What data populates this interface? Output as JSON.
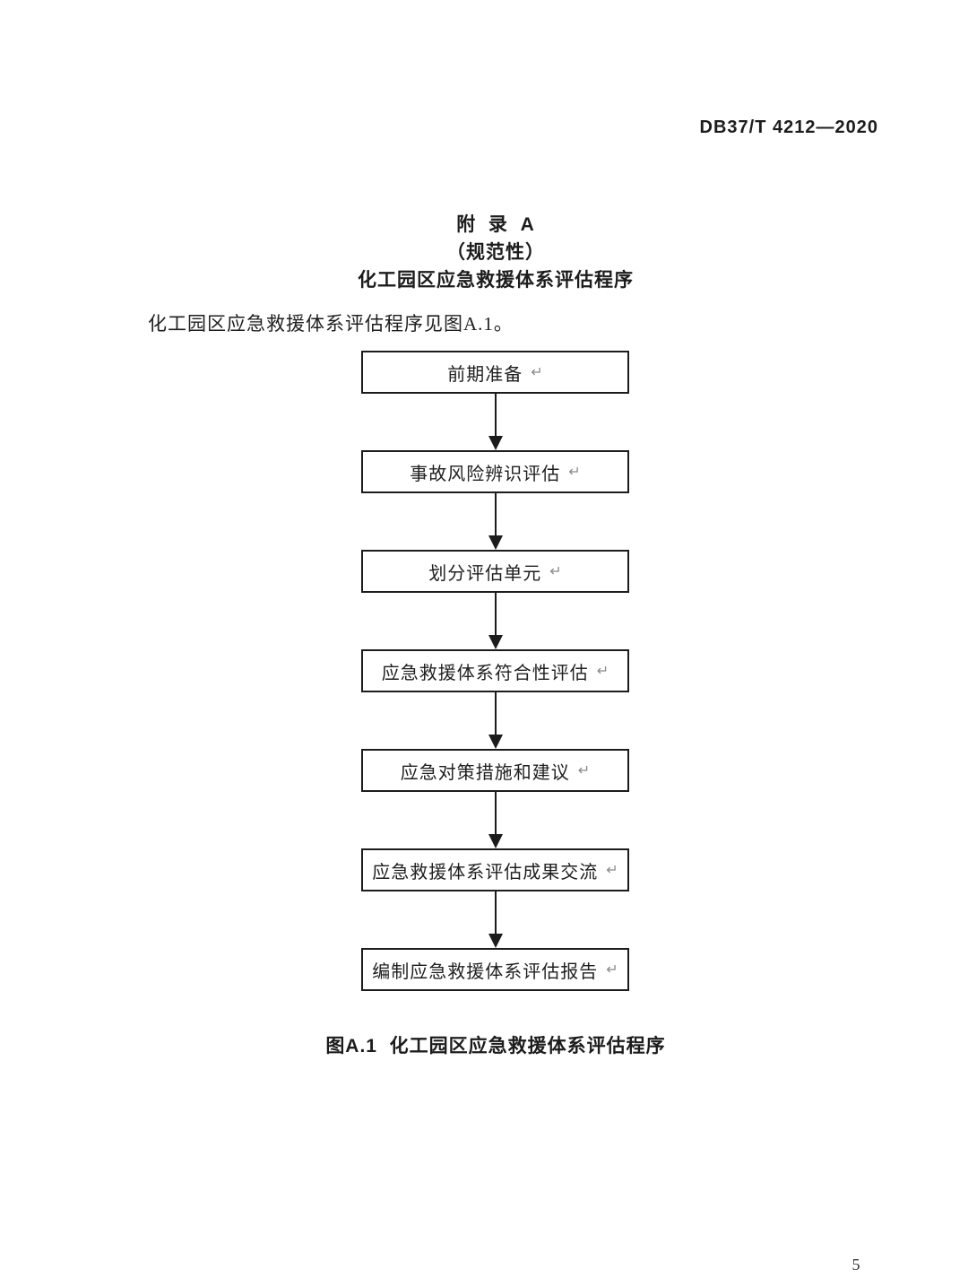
{
  "page": {
    "header_code": "DB37/T 4212—2020",
    "page_number": "5"
  },
  "appendix": {
    "title_line1": "附  录  A",
    "title_line2": "（规范性）",
    "title_line3": "化工园区应急救援体系评估程序",
    "body_text": "化工园区应急救援体系评估程序见图A.1。"
  },
  "flowchart": {
    "type": "flowchart-vertical",
    "return_mark": "↵",
    "steps": [
      {
        "label": "前期准备"
      },
      {
        "label": "事故风险辨识评估"
      },
      {
        "label": "划分评估单元"
      },
      {
        "label": "应急救援体系符合性评估"
      },
      {
        "label": "应急对策措施和建议"
      },
      {
        "label": "应急救援体系评估成果交流"
      },
      {
        "label": "编制应急救援体系评估报告"
      }
    ],
    "caption": "图A.1  化工园区应急救援体系评估程序"
  },
  "colors": {
    "page_background": "#ffffff",
    "ink": "#1c1c1c",
    "return_mark_gray": "#8a8a8a"
  }
}
